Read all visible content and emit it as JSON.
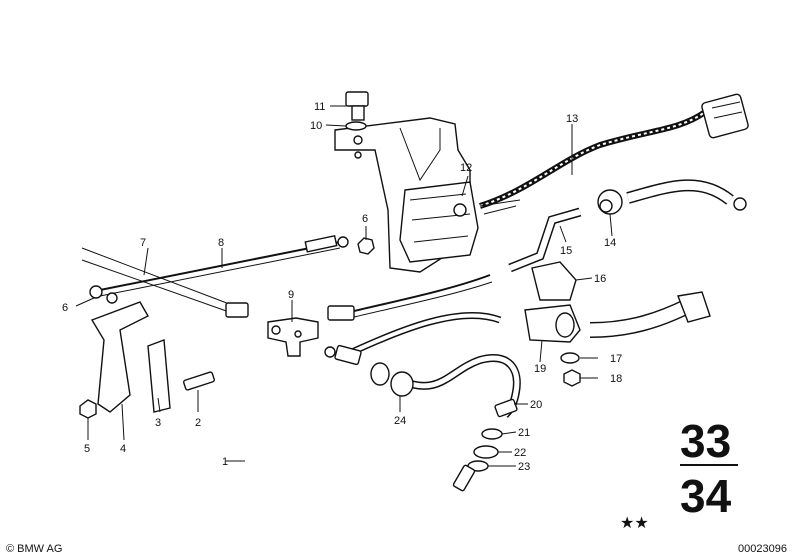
{
  "diagram": {
    "callouts": [
      {
        "id": "c1",
        "label": "1"
      },
      {
        "id": "c2",
        "label": "2"
      },
      {
        "id": "c3",
        "label": "3"
      },
      {
        "id": "c4",
        "label": "4"
      },
      {
        "id": "c5",
        "label": "5"
      },
      {
        "id": "c6a",
        "label": "6"
      },
      {
        "id": "c6b",
        "label": "6"
      },
      {
        "id": "c7",
        "label": "7"
      },
      {
        "id": "c8",
        "label": "8"
      },
      {
        "id": "c9",
        "label": "9"
      },
      {
        "id": "c10",
        "label": "10"
      },
      {
        "id": "c11",
        "label": "11"
      },
      {
        "id": "c12",
        "label": "12"
      },
      {
        "id": "c13",
        "label": "13"
      },
      {
        "id": "c14",
        "label": "14"
      },
      {
        "id": "c15",
        "label": "15"
      },
      {
        "id": "c16",
        "label": "16"
      },
      {
        "id": "c17",
        "label": "17"
      },
      {
        "id": "c18",
        "label": "18"
      },
      {
        "id": "c19",
        "label": "19"
      },
      {
        "id": "c20",
        "label": "20"
      },
      {
        "id": "c21",
        "label": "21"
      },
      {
        "id": "c22",
        "label": "22"
      },
      {
        "id": "c23",
        "label": "23"
      },
      {
        "id": "c24",
        "label": "24"
      }
    ],
    "group_top": "33",
    "group_bottom": "34",
    "stars": "★★",
    "copyright": "© BMW AG",
    "image_number": "00023096"
  }
}
